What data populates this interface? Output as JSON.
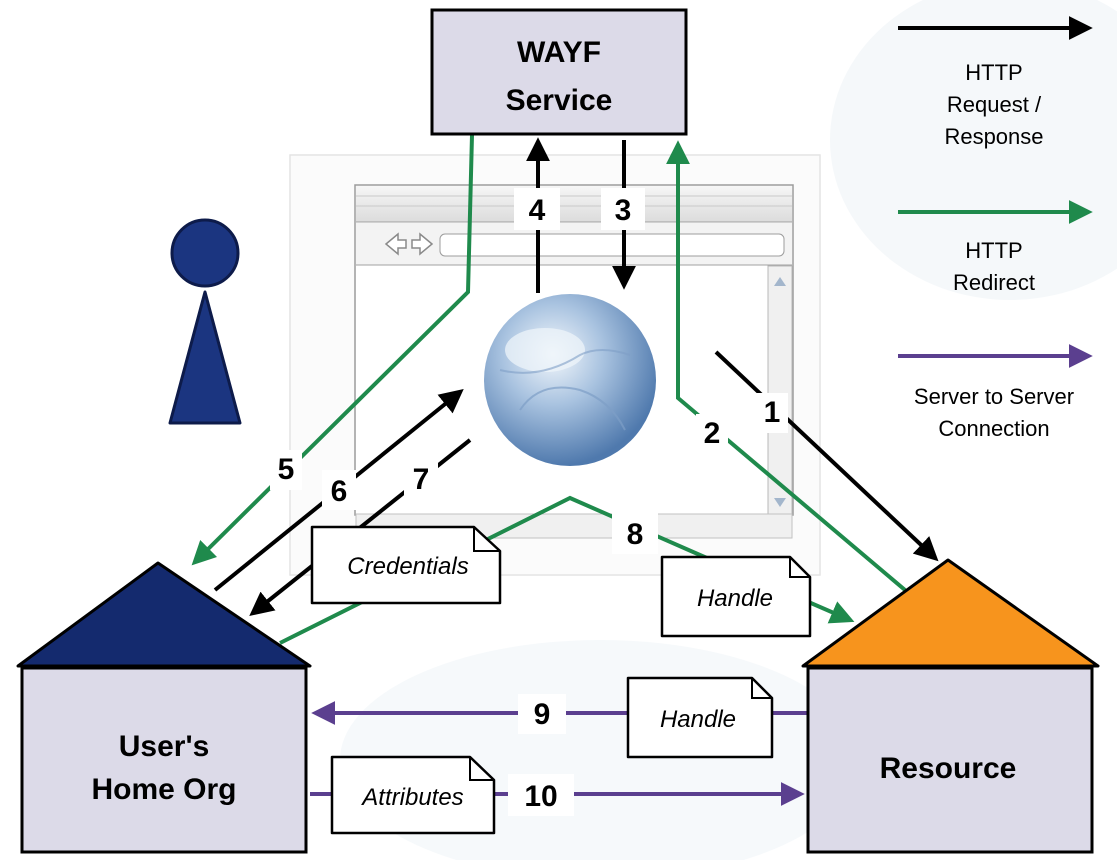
{
  "nodes": {
    "wayf": {
      "line1": "WAYF",
      "line2": "Service"
    },
    "home_org": {
      "line1": "User's",
      "line2": "Home Org"
    },
    "resource": {
      "line1": "Resource"
    }
  },
  "steps": [
    "1",
    "2",
    "3",
    "4",
    "5",
    "6",
    "7",
    "8",
    "9",
    "10"
  ],
  "notes": {
    "credentials": "Credentials",
    "handle_top": "Handle",
    "handle_bottom": "Handle",
    "attributes": "Attributes"
  },
  "legend": [
    {
      "line1": "HTTP",
      "line2": "Request /",
      "line3": "Response",
      "color": "#000000"
    },
    {
      "line1": "HTTP",
      "line2": "Redirect",
      "line3": "",
      "color": "#1f8a4c"
    },
    {
      "line1": "Server to Server",
      "line2": "Connection",
      "line3": "",
      "color": "#5b3f8f"
    }
  ],
  "colors": {
    "box_fill": "#dcdae8",
    "home_roof": "#142a6e",
    "resource_roof": "#f7941d",
    "person": "#1b3580",
    "request": "#000000",
    "redirect": "#1f8a4c",
    "server": "#5b3f8f"
  },
  "icons": [
    "person-icon",
    "browser-window-icon",
    "globe-icon",
    "back-forward-arrows-icon"
  ]
}
